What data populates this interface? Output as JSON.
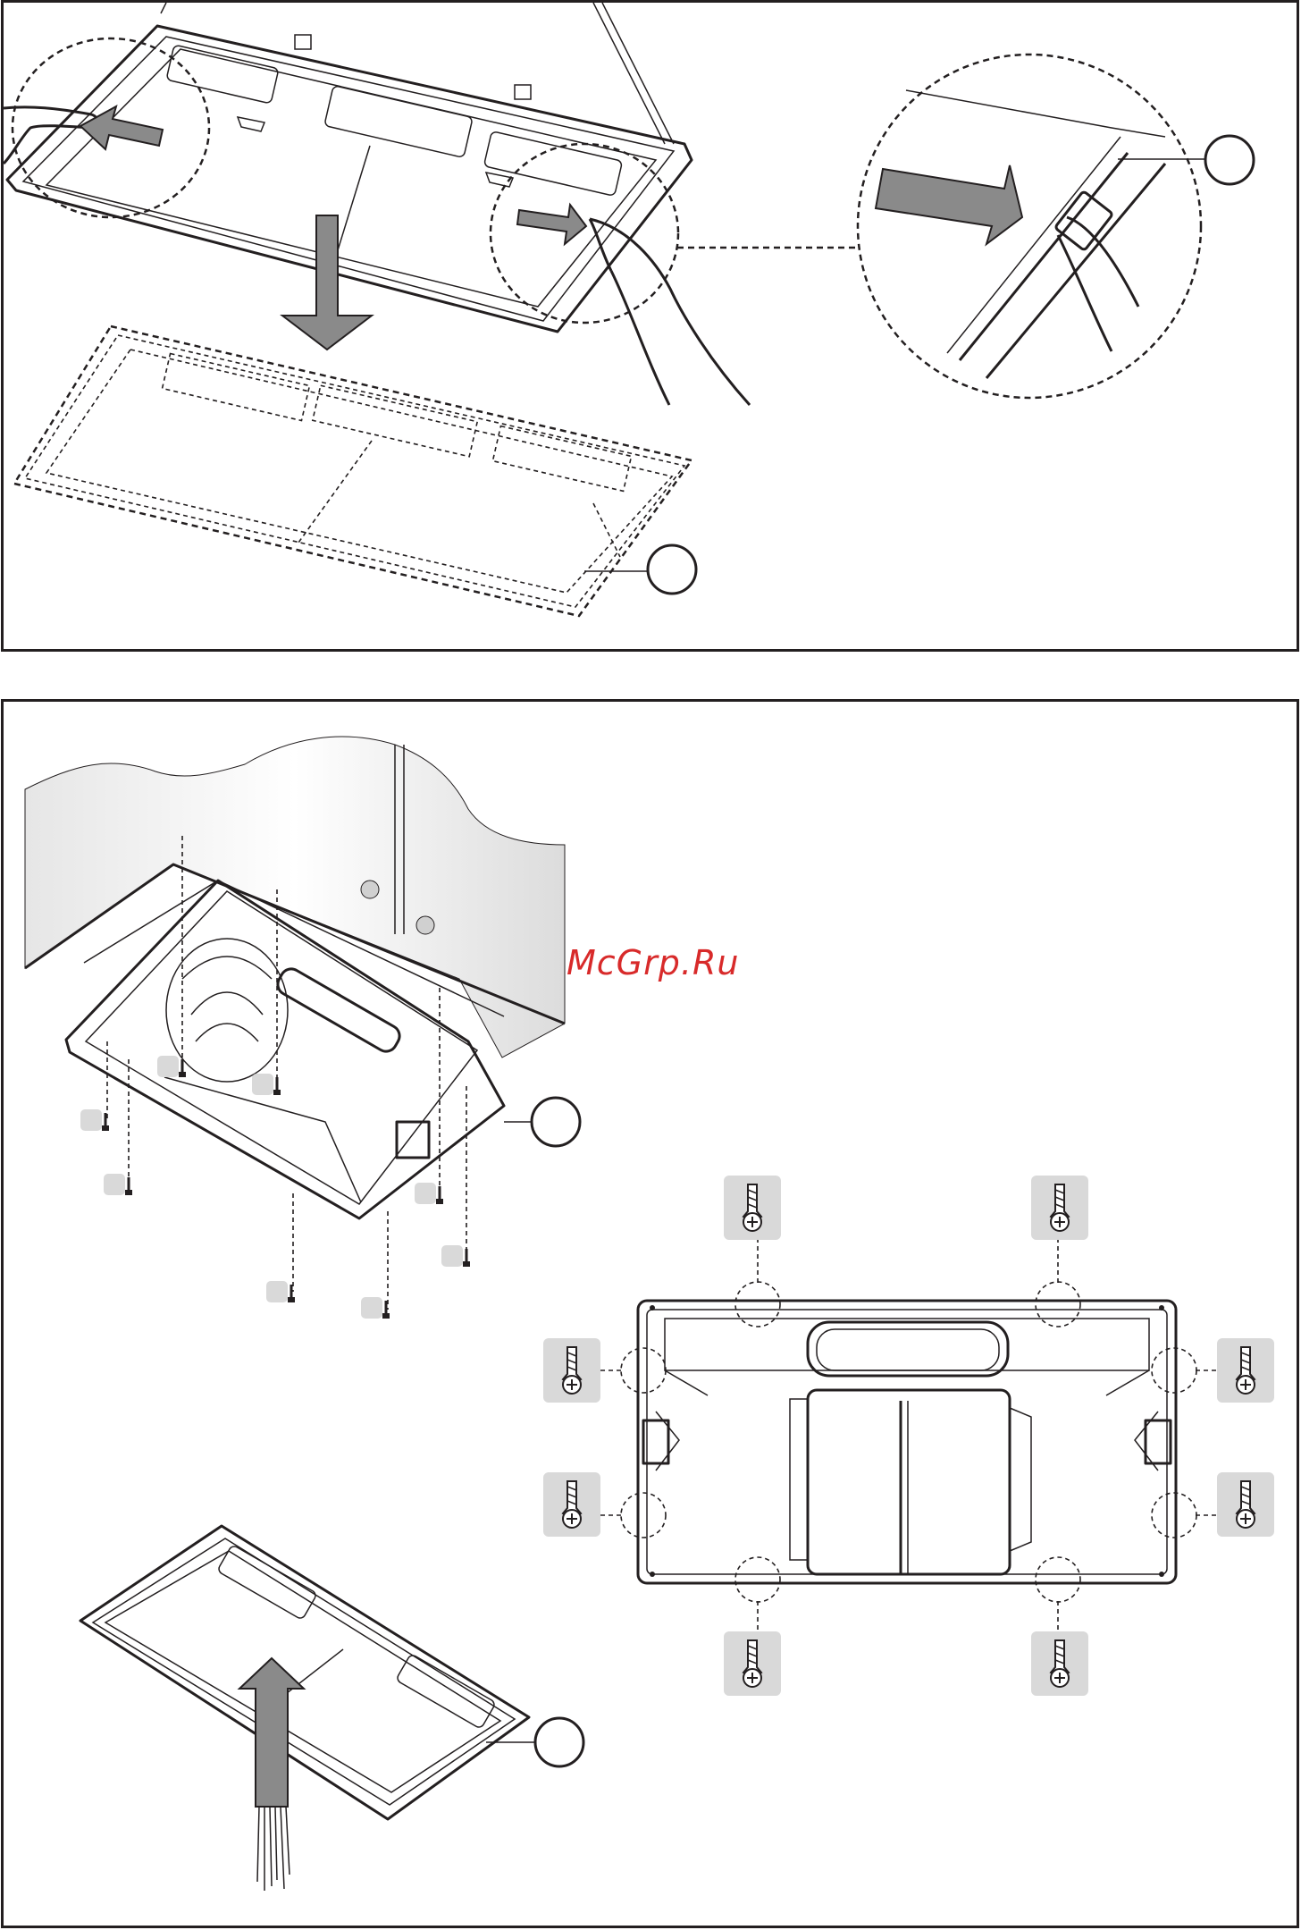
{
  "watermark": {
    "text": "McGrp.Ru",
    "color": "#d82a2a"
  },
  "top_panel": {
    "callouts": [
      {
        "label": ""
      },
      {
        "label": ""
      }
    ],
    "arrows": [
      "arrow-left",
      "arrow-right",
      "arrow-down",
      "arrow-right-large"
    ]
  },
  "bottom_panel": {
    "callouts": [
      {
        "label": ""
      },
      {
        "label": ""
      }
    ],
    "screw_count_side_view": 8,
    "screw_count_front_view": 8,
    "arrows": [
      "arrow-up"
    ]
  },
  "colors": {
    "line": "#231f20",
    "arrow_fill": "#8a8a8a",
    "screw_box": "#d9d9d9"
  }
}
